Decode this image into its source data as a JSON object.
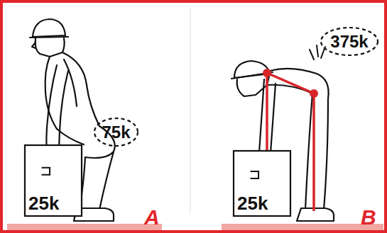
{
  "diagram": {
    "nodes": [
      {
        "text": [
          "75k"
        ]
      },
      {
        "text": [
          "25k"
        ]
      },
      {
        "text": [
          "375k"
        ]
      },
      {
        "text": [
          "25k"
        ]
      }
    ],
    "labels": [
      "A",
      "B"
    ]
  }
}
